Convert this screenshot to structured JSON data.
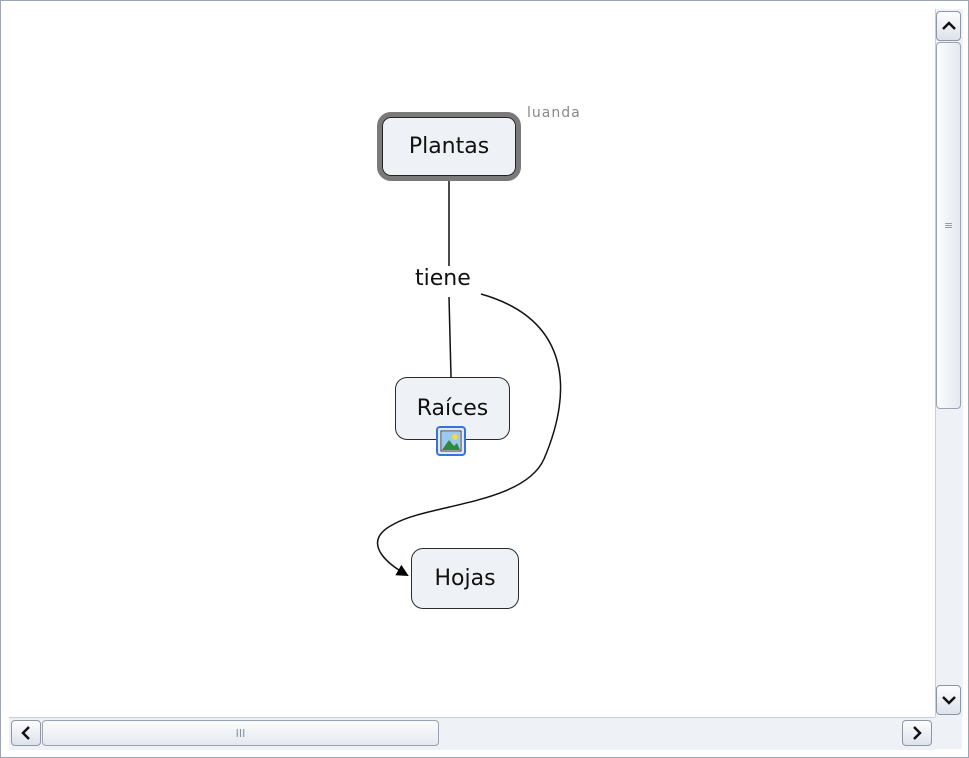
{
  "map": {
    "author": "luanda",
    "concepts": {
      "root": "Plantas",
      "child1": "Raíces",
      "child2": "Hojas"
    },
    "link_phrase": "tiene",
    "resource_icon": "image-icon"
  },
  "scrollbars": {
    "vertical_grip": "≡",
    "horizontal_grip": "III",
    "up_arrow": "up-arrow-icon",
    "down_arrow": "down-arrow-icon",
    "left_arrow": "left-arrow-icon",
    "right_arrow": "right-arrow-icon"
  }
}
